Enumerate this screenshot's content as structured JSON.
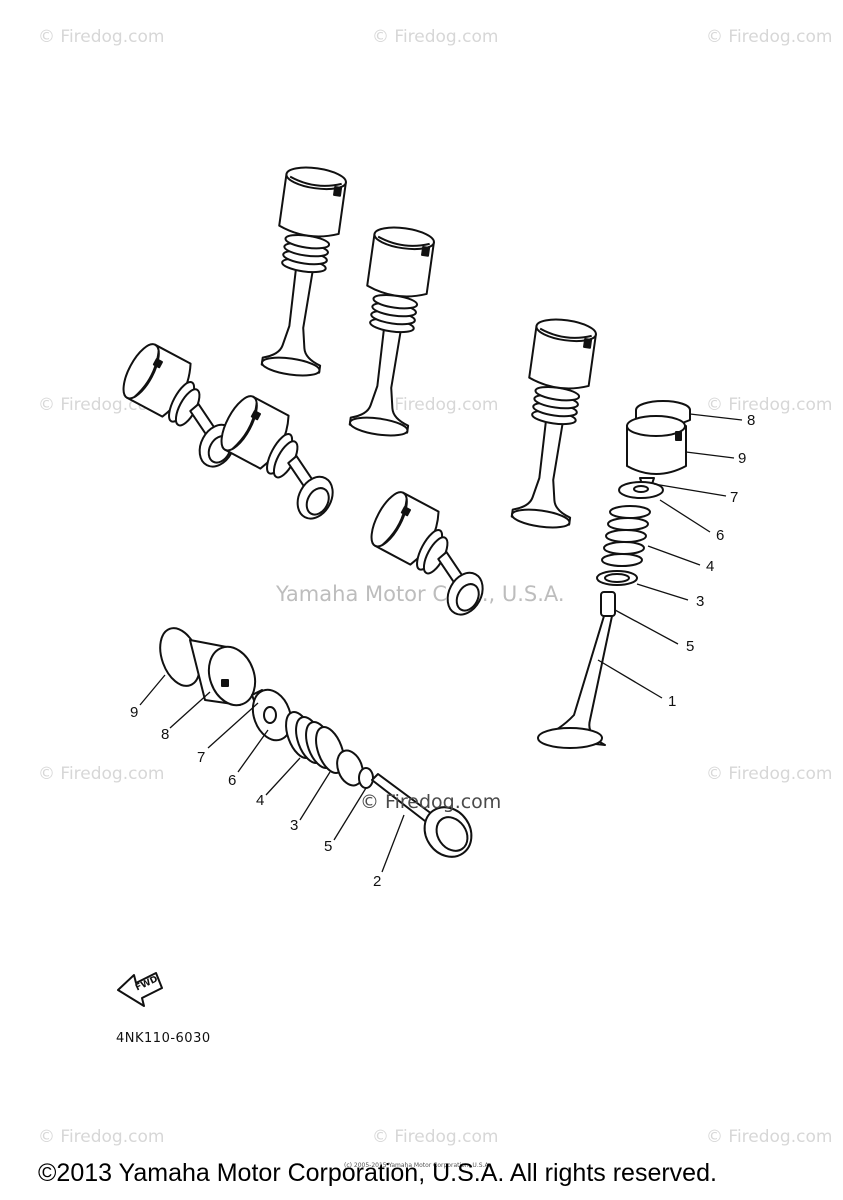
{
  "watermarks": {
    "firedog": "© Firedog.com",
    "center": "Yamaha Motor Corp., U.S.A.",
    "diagram_overlay": "© Firedog.com"
  },
  "callouts": [
    "1",
    "2",
    "3",
    "4",
    "5",
    "6",
    "7",
    "8",
    "9",
    "9",
    "8",
    "7",
    "6",
    "4",
    "3",
    "5"
  ],
  "arrow_label": "FWD",
  "part_code": "4NK110-6030",
  "small_copyright": "(c) 2005-2015 Yamaha Motor Corporation, U.S.A.",
  "copyright": "©2013 Yamaha Motor Corporation, U.S.A. All rights reserved."
}
